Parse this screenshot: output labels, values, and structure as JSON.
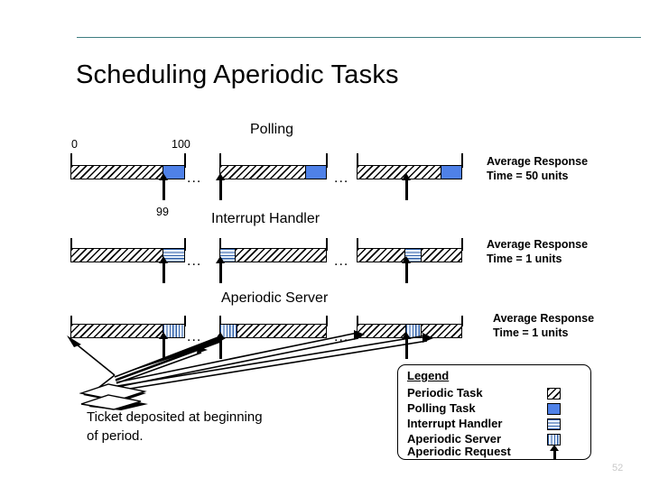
{
  "slide": {
    "title": "Scheduling Aperiodic Tasks",
    "page_number": "52",
    "rule_color": "#3d7d80"
  },
  "axis": {
    "start_label": "0",
    "period_label": "100",
    "request_label": "99"
  },
  "ellipsis": "...",
  "rows": [
    {
      "name": "polling",
      "heading": "Polling",
      "note_line1": "Average Response",
      "note_line2": "Time = 50 units"
    },
    {
      "name": "interrupt-handler",
      "heading": "Interrupt Handler",
      "note_line1": "Average Response",
      "note_line2": "Time = 1 units"
    },
    {
      "name": "aperiodic-server",
      "heading": "Aperiodic Server",
      "note_line1": "Average Response",
      "note_line2": "Time = 1 units"
    }
  ],
  "caption": {
    "line1": "Ticket deposited at beginning",
    "line2": "of period."
  },
  "legend": {
    "title": "Legend",
    "items": [
      {
        "label": "Periodic Task",
        "fill": "periodic"
      },
      {
        "label": "Polling Task",
        "fill": "polling"
      },
      {
        "label": "Interrupt Handler",
        "fill": "interrupt"
      },
      {
        "label": "Aperiodic Server",
        "fill": "aperiodic"
      },
      {
        "label": "Aperiodic Request",
        "fill": "arrow"
      }
    ]
  },
  "colors": {
    "polling_blue": "#4f81e8",
    "stripe_blue": "#cfe0f5",
    "stripe_dark": "#2f5fa8",
    "rule": "#3d7d80",
    "page_number": "#c9c9c9"
  }
}
